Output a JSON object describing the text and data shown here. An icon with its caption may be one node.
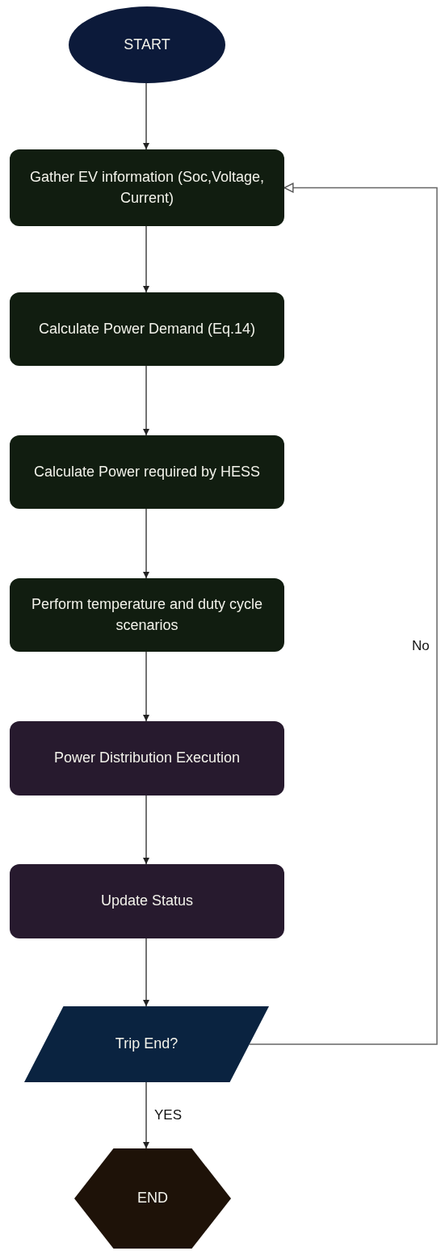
{
  "diagram": {
    "nodes": [
      {
        "text": [
          "START"
        ]
      },
      {
        "text": [
          "Gather EV information (Soc,Voltage, Current)"
        ]
      },
      {
        "text": [
          "Calculate Power Demand (Eq.14)"
        ]
      },
      {
        "text": [
          "Calculate Power required by HESS"
        ]
      },
      {
        "text": [
          "Perform temperature and duty cycle scenarios"
        ]
      },
      {
        "text": [
          "Power Distribution Execution"
        ]
      },
      {
        "text": [
          "Update Status"
        ]
      },
      {
        "text": [
          "Trip End?"
        ]
      },
      {
        "text": [
          "END"
        ]
      }
    ],
    "edges": [
      {
        "from": 0,
        "to": 1,
        "arrow": "to"
      },
      {
        "from": 1,
        "to": 2,
        "arrow": "to"
      },
      {
        "from": 2,
        "to": 3,
        "arrow": "to"
      },
      {
        "from": 3,
        "to": 4,
        "arrow": "to"
      },
      {
        "from": 4,
        "to": 5,
        "arrow": "to"
      },
      {
        "from": 5,
        "to": 6,
        "arrow": "to"
      },
      {
        "from": 6,
        "to": 7,
        "arrow": "to"
      },
      {
        "from": 7,
        "to": 8,
        "arrow": "to",
        "label": "YES"
      },
      {
        "from": 7,
        "to": 1,
        "arrow": "to",
        "label": "No"
      }
    ]
  }
}
